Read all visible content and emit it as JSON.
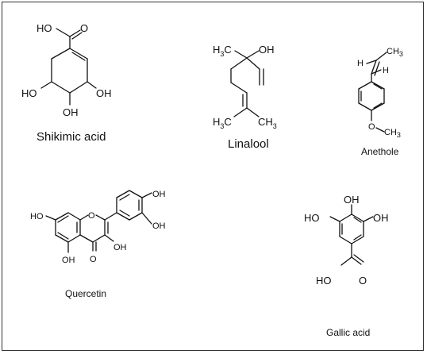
{
  "compounds": {
    "shikimic": {
      "name": "Shikimic acid",
      "carboxyl": "HO",
      "carbonyl_o": "O",
      "oh_left": "HO",
      "oh_right": "OH",
      "oh_bottom": "OH"
    },
    "linalool": {
      "name": "Linalool",
      "h3c_top": "H",
      "h3c_top_sub": "3",
      "h3c_top_c": "C",
      "oh_top": "OH",
      "h3c_bottom": "H",
      "h3c_bottom_sub": "3",
      "h3c_bottom_c": "C",
      "ch3_bottom": "CH",
      "ch3_bottom_sub": "3"
    },
    "anethole": {
      "name": "Anethole",
      "h_left": "H",
      "h_right": "H",
      "ch3_top": "CH",
      "ch3_top_sub": "3",
      "o_bottom": "O",
      "ch3_bottom": "CH",
      "ch3_bottom_sub": "3"
    },
    "quercetin": {
      "name": "Quercetin",
      "ho_left": "HO",
      "o_ring": "O",
      "oh_top": "OH",
      "oh_right": "OH",
      "oh_3": "OH",
      "oh_bottom": "OH",
      "o_carbonyl": "O"
    },
    "gallic": {
      "name": "Gallic acid",
      "oh_top": "OH",
      "ho_left": "HO",
      "oh_right": "OH",
      "ho_carboxyl": "HO",
      "o_carbonyl": "O"
    }
  }
}
